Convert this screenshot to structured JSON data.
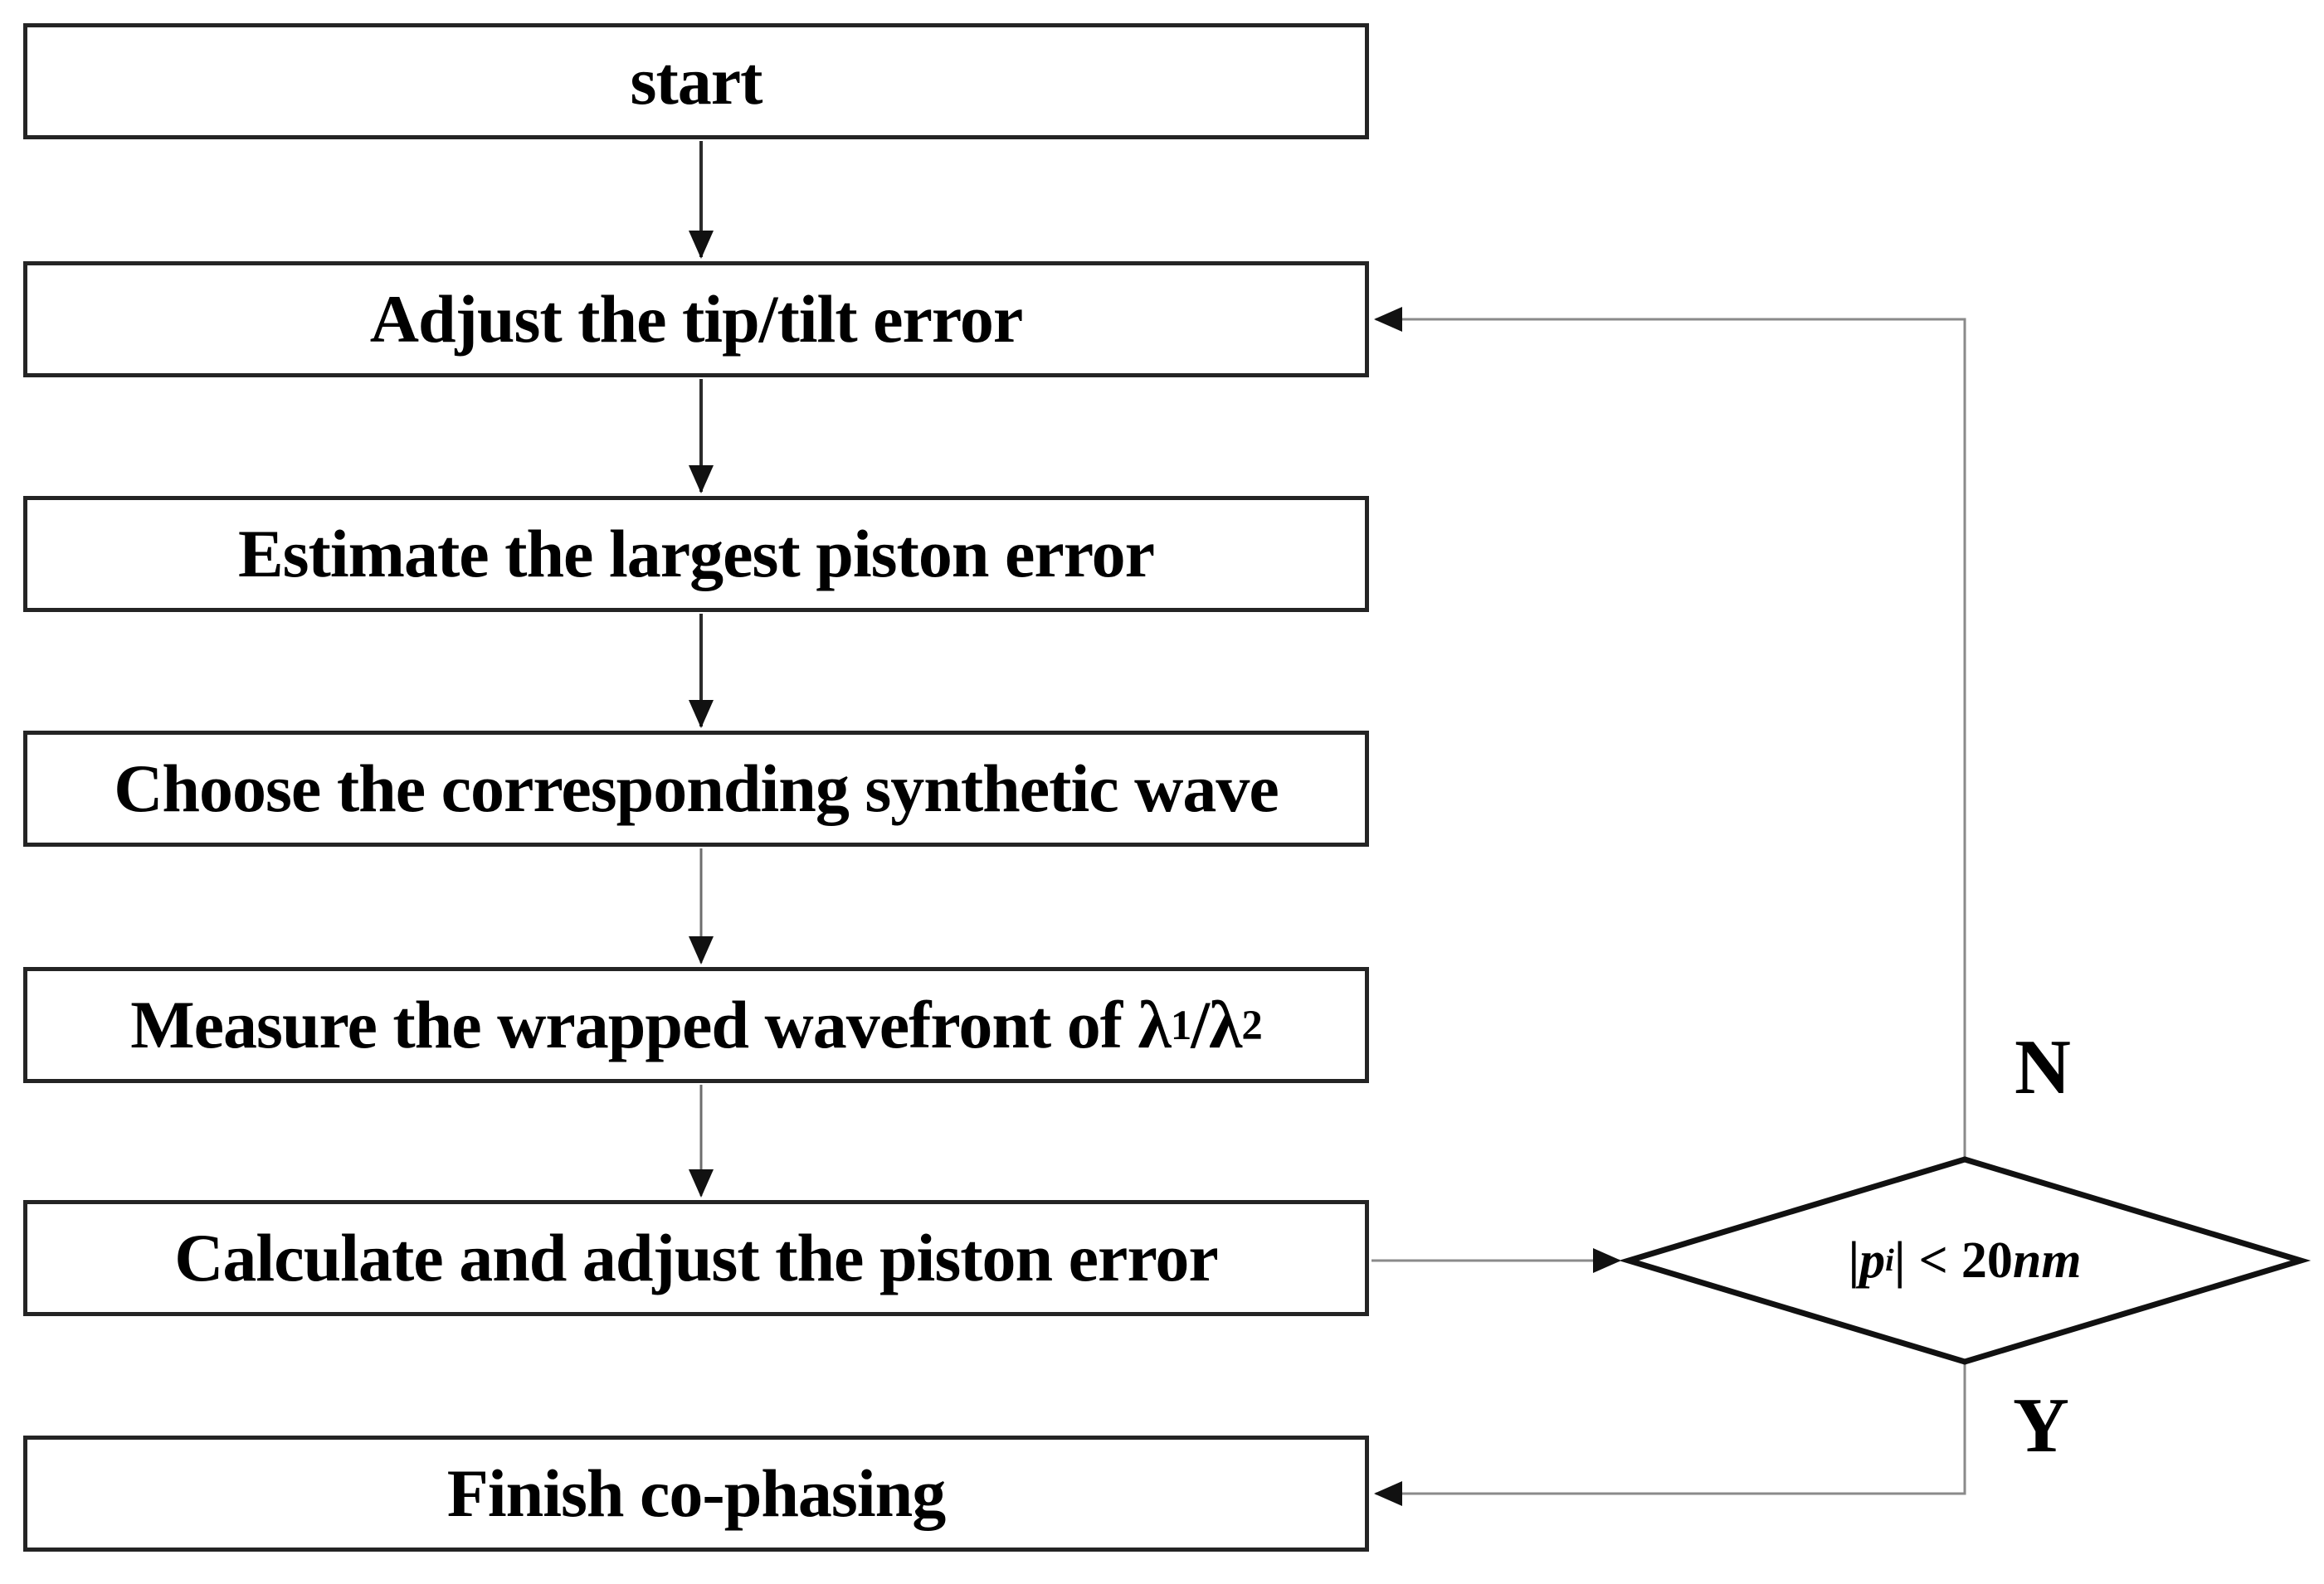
{
  "flowchart": {
    "nodes": {
      "start": {
        "label": "start"
      },
      "adjust": {
        "label": "Adjust the tip/tilt error"
      },
      "estimate": {
        "label": "Estimate the largest piston error"
      },
      "choose": {
        "label": "Choose the corresponding synthetic wave"
      },
      "measure": {
        "pre": "Measure the wrapped wavefront of λ",
        "sub1": "1",
        "mid": "/λ",
        "sub2": "2"
      },
      "calculate": {
        "label": "Calculate and adjust the piston error"
      },
      "finish": {
        "label": "Finish co-phasing"
      }
    },
    "decision": {
      "bar_open": "|",
      "variable": "p",
      "subscript": "i",
      "bar_close": "|",
      "operator": "<",
      "threshold": "20",
      "unit": "nm"
    },
    "branch_labels": {
      "no": "N",
      "yes": "Y"
    },
    "colors": {
      "background": "#ffffff",
      "box_border": "#242424",
      "text": "#000000",
      "dark_arrow_line": "#2b2b2b",
      "light_arrow_line": "#6e6e6e",
      "loop_line": "#8a8a8a",
      "arrowhead": "#111111",
      "diamond_border": "#111111"
    }
  }
}
